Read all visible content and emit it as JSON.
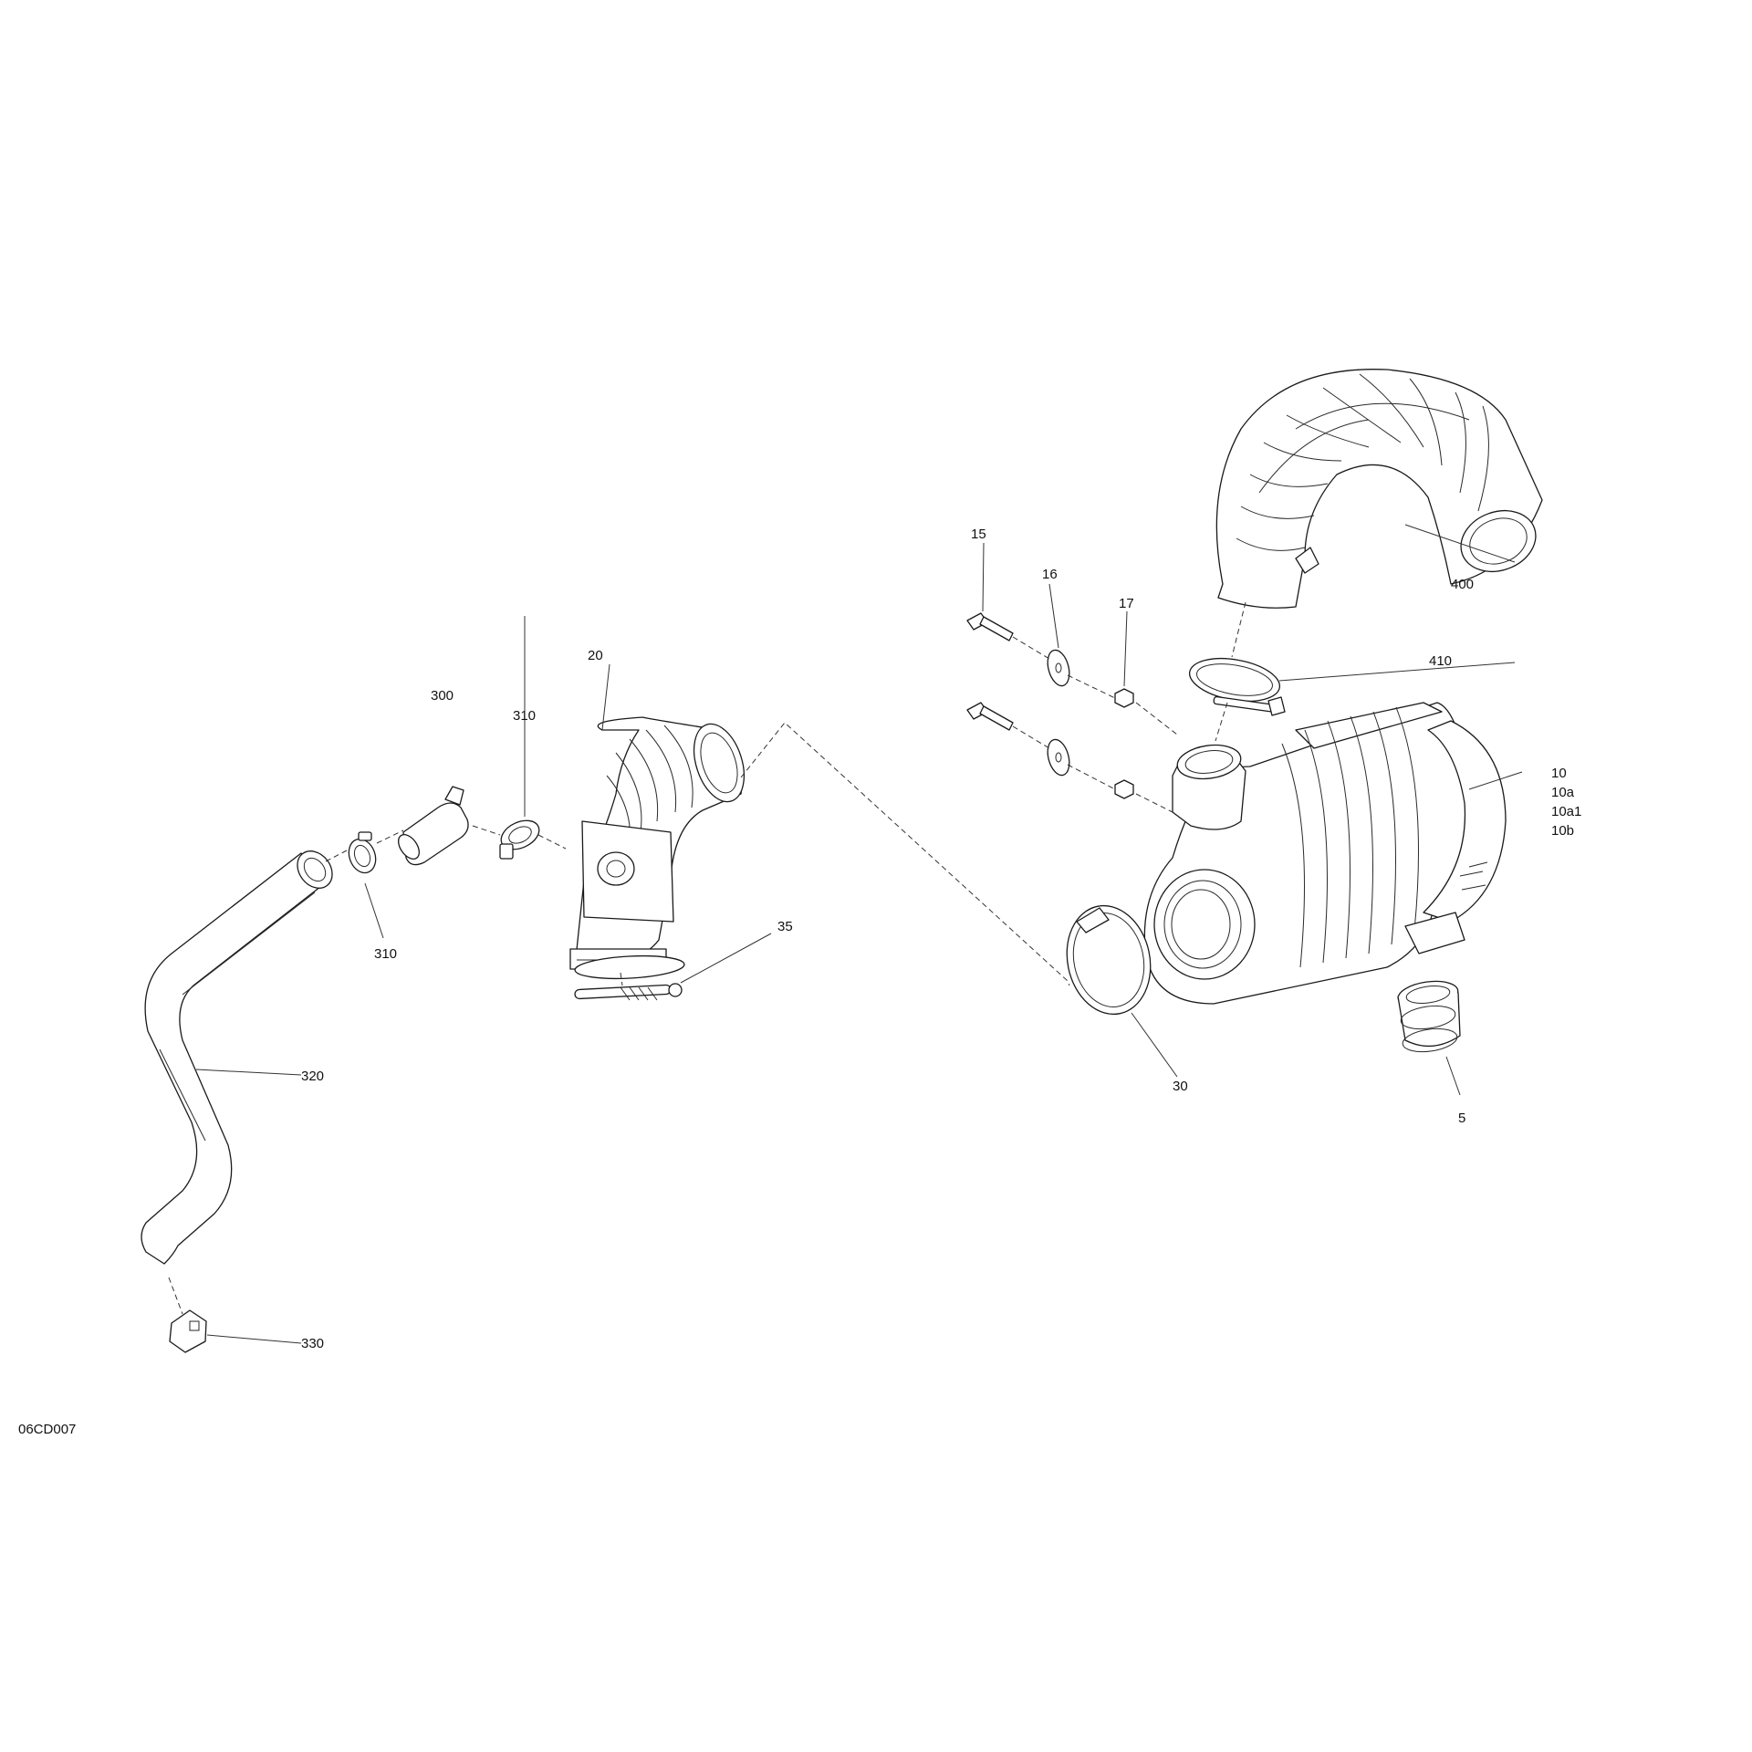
{
  "diagram": {
    "reference_code": "06CD007",
    "callouts": {
      "c5": "5",
      "c10": "10",
      "c10a": "10a",
      "c10a1": "10a1",
      "c10b": "10b",
      "c15": "15",
      "c16": "16",
      "c17": "17",
      "c20": "20",
      "c30": "30",
      "c35": "35",
      "c300": "300",
      "c310_top": "310",
      "c310_bottom": "310",
      "c320": "320",
      "c330": "330",
      "c400": "400",
      "c410": "410"
    }
  }
}
